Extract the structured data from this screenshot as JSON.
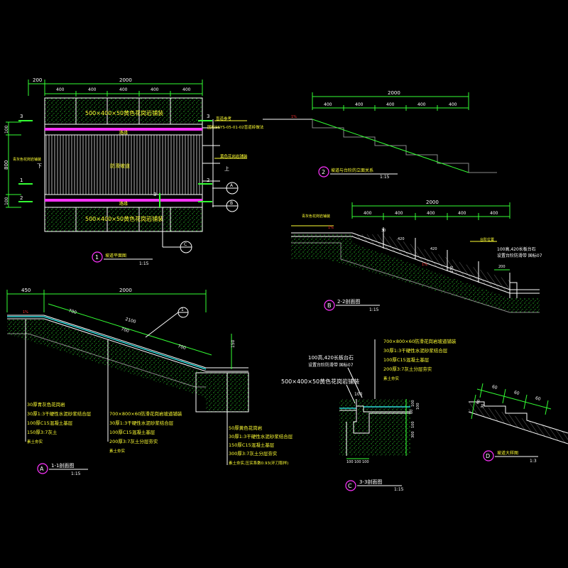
{
  "colors": {
    "background": "#000000",
    "dim": "#33ff33",
    "text": "#ffffff",
    "note": "#ffff33",
    "tag": "#ff66ff",
    "mark": "#ff3333"
  },
  "plan": {
    "top_dim_total": "2000",
    "top_dim_left": "200",
    "top_dims": [
      "400",
      "400",
      "400",
      "400",
      "400"
    ],
    "left_dims": [
      "100",
      "800",
      "100"
    ],
    "top_paver": "500×400×50黄色花岗岩铺装",
    "bottom_paver": "500×400×50黄色花岗岩铺装",
    "curb_top": "路缘",
    "curb_bottom": "路缘",
    "center_label": "防滑坡道",
    "left_note": "青灰色花岗岩铺装",
    "down_label": "下",
    "up_label": "上",
    "note_r1": "盲道参考",
    "note_r2": "国标96YS-05-01-02盲道砖做法",
    "note_r3": "黄色花岗岩铺装",
    "sec_marks": [
      "3",
      "1",
      "2",
      "3",
      "2",
      "3"
    ],
    "circle_a": "A",
    "circle_b": "B",
    "circle_c": "C",
    "title": "坡道平面图",
    "title_no": "1",
    "scale": "1:15"
  },
  "sec2": {
    "dim_total": "2000",
    "dims": [
      "400",
      "400",
      "400",
      "400",
      "400"
    ],
    "mark": "1%",
    "title": "坡道与台阶的立面关系",
    "title_no": "2",
    "scale": "1:15"
  },
  "secB": {
    "dim_total": "2000",
    "dims": [
      "400",
      "400",
      "400",
      "400",
      "400"
    ],
    "note_left": "青灰色花岗岩铺装",
    "mark": "1%",
    "d1": "30",
    "d2": "420",
    "d3": "420",
    "d4": "150",
    "d5": "200",
    "note_r1": "台阶位置",
    "note_r2": "100高,420长板台石",
    "note_r3": "设置台阶防滑带 国标07",
    "title": "2-2剖面图",
    "title_no": "B",
    "scale": "1:15"
  },
  "secA": {
    "dim_left": "450",
    "dim_total": "2000",
    "dims": [
      "700",
      "700",
      "700"
    ],
    "dim_slope": "2100",
    "dim_right": "150",
    "mark": "1%",
    "circle": "1",
    "layers_left": [
      "30厚青灰色花岗岩",
      "30厚1:3干硬性水泥砂浆结合层",
      "100厚C15混凝土基层",
      "150厚3:7灰土",
      "素土夯实"
    ],
    "layers_mid": [
      "700×800×60防滑花岗岩坡道铺装",
      "30厚1:3干硬性水泥砂浆结合层",
      "100厚C15混凝土基层",
      "200厚3:7灰土分层夯实",
      "素土夯实"
    ],
    "layers_right": [
      "50厚黄色花岗岩",
      "30厚1:3干硬性水泥砂浆结合层",
      "150厚C15混凝土基层",
      "300厚3:7灰土分层夯实",
      "素土夯实,压实系数0.93(环刀取样)"
    ],
    "title": "1-1剖面图",
    "title_no": "A",
    "scale": "1:15"
  },
  "secC": {
    "layers_top": [
      "700×800×60防滑花岗岩坡道铺装",
      "30厚1:3干硬性水泥砂浆结合层",
      "100厚C15混凝土基层",
      "200厚3:7灰土分层夯实",
      "素土夯实"
    ],
    "note_l1": "100高,420长板台石",
    "note_l2": "设置台阶防滑带 国标07",
    "note_l3": "500×400×50黄色花岗岩铺装",
    "d_top": "100",
    "d_right1": "100",
    "d_right2": "60",
    "d_right3": "100",
    "d_right4": "300",
    "dims_bottom": [
      "100",
      "100",
      "100"
    ],
    "title": "3-3剖面图",
    "title_no": "C",
    "scale": "1:15"
  },
  "secD": {
    "dims": [
      "60",
      "60",
      "60"
    ],
    "d_left1": "60",
    "d_left2": "30",
    "title": "坡道大样图",
    "title_no": "D",
    "scale": "1:3"
  }
}
